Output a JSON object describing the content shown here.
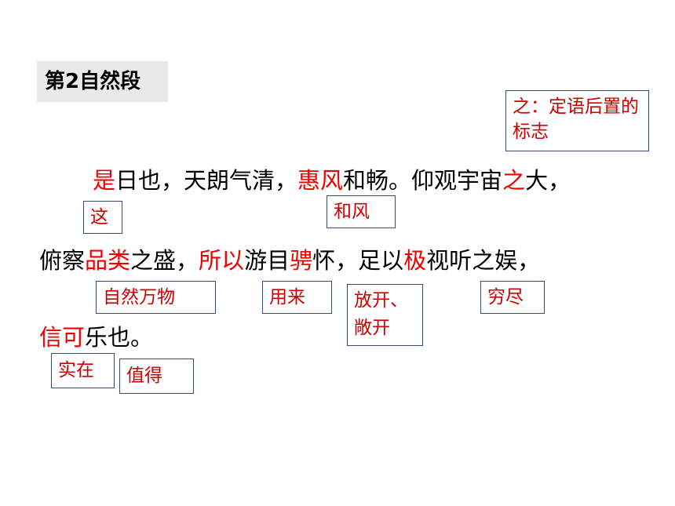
{
  "heading": "第2自然段",
  "lines": [
    [
      {
        "t": "是",
        "red": true
      },
      {
        "t": "日也，天朗气清，",
        "red": false
      },
      {
        "t": "惠风",
        "red": true
      },
      {
        "t": "和畅。仰观宇宙",
        "red": false
      },
      {
        "t": "之",
        "red": true
      },
      {
        "t": "大，",
        "red": false
      }
    ],
    [
      {
        "t": "俯察",
        "red": false
      },
      {
        "t": "品类",
        "red": true
      },
      {
        "t": "之盛，",
        "red": false
      },
      {
        "t": "所以",
        "red": true
      },
      {
        "t": "游目",
        "red": false
      },
      {
        "t": "骋",
        "red": true
      },
      {
        "t": "怀，足以",
        "red": false
      },
      {
        "t": "极",
        "red": true
      },
      {
        "t": "视听之娱，",
        "red": false
      }
    ],
    [
      {
        "t": "信可",
        "red": true
      },
      {
        "t": "乐也。",
        "red": false
      }
    ]
  ],
  "notes": {
    "zhi": "之：定语后置的标志",
    "zhe": "这",
    "hefeng": "和风",
    "ziran": "自然万物",
    "yonglai": "用来",
    "fangkai": "放开、敞开",
    "qiongjin": "穷尽",
    "shizai": "实在",
    "zhide": "值得"
  },
  "colors": {
    "highlight": "#ee0000",
    "note_text": "#cc0000",
    "note_border": "#3b4e6e",
    "heading_bg": "#e9e9e9"
  }
}
